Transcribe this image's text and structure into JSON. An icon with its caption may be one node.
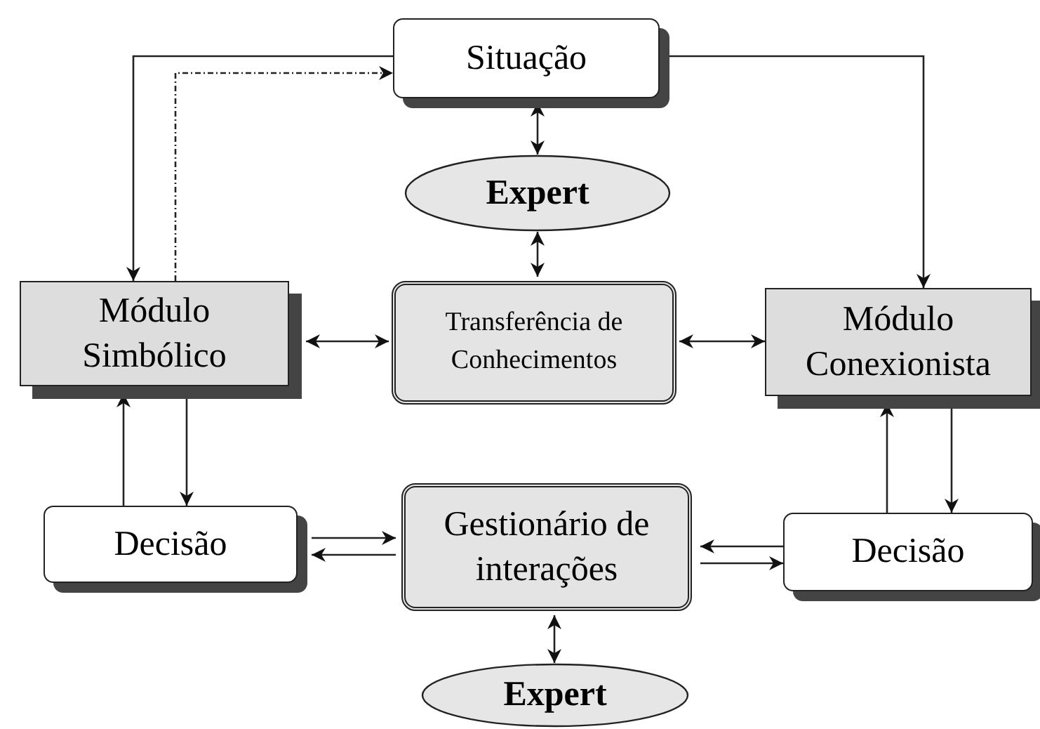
{
  "diagram": {
    "nodes": [
      {
        "text": [
          "Situação"
        ]
      },
      {
        "text": [
          "Expert"
        ]
      },
      {
        "text": [
          "Módulo Simbólico"
        ]
      },
      {
        "text": [
          "Transferência de Conhecimentos"
        ]
      },
      {
        "text": [
          "Módulo Conexionista"
        ]
      },
      {
        "text": [
          "Decisão"
        ]
      },
      {
        "text": [
          "Gestionário de interações"
        ]
      },
      {
        "text": [
          "Decisão"
        ]
      },
      {
        "text": [
          "Expert"
        ]
      }
    ],
    "edges": [
      {
        "from": 0,
        "to": 2,
        "arrow": "to"
      },
      {
        "from": 2,
        "to": 0,
        "arrow": "to",
        "style": "dashed"
      },
      {
        "from": 0,
        "to": 4,
        "arrow": "to"
      },
      {
        "from": 0,
        "to": 1,
        "arrow": "both"
      },
      {
        "from": 1,
        "to": 3,
        "arrow": "both"
      },
      {
        "from": 2,
        "to": 3,
        "arrow": "both"
      },
      {
        "from": 3,
        "to": 4,
        "arrow": "both"
      },
      {
        "from": 5,
        "to": 2,
        "arrow": "to"
      },
      {
        "from": 2,
        "to": 5,
        "arrow": "to"
      },
      {
        "from": 5,
        "to": 6,
        "arrow": "to"
      },
      {
        "from": 6,
        "to": 5,
        "arrow": "to"
      },
      {
        "from": 7,
        "to": 6,
        "arrow": "to"
      },
      {
        "from": 6,
        "to": 7,
        "arrow": "to"
      },
      {
        "from": 7,
        "to": 4,
        "arrow": "to"
      },
      {
        "from": 4,
        "to": 7,
        "arrow": "to"
      },
      {
        "from": 6,
        "to": 8,
        "arrow": "both"
      }
    ]
  }
}
